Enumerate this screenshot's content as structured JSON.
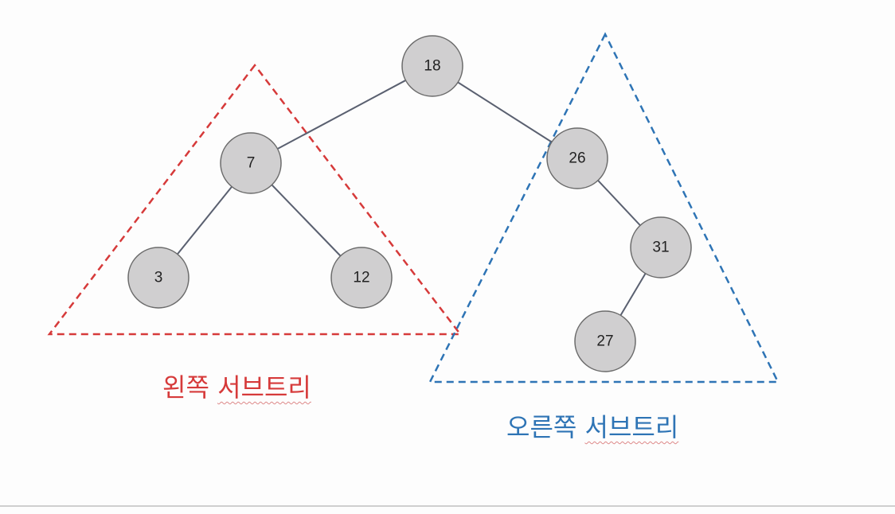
{
  "nodes": {
    "root": "18",
    "left": "7",
    "right": "26",
    "left_left": "3",
    "left_right": "12",
    "right_right": "31",
    "right_right_left": "27"
  },
  "labels": {
    "left_word1": "왼쪽",
    "left_word2": "서브트리",
    "right_word1": "오른쪽",
    "right_word2": "서브트리"
  },
  "colors": {
    "left_subtree": "#d63a3a",
    "right_subtree": "#2e74b5",
    "node_fill": "#d0cfd0"
  }
}
